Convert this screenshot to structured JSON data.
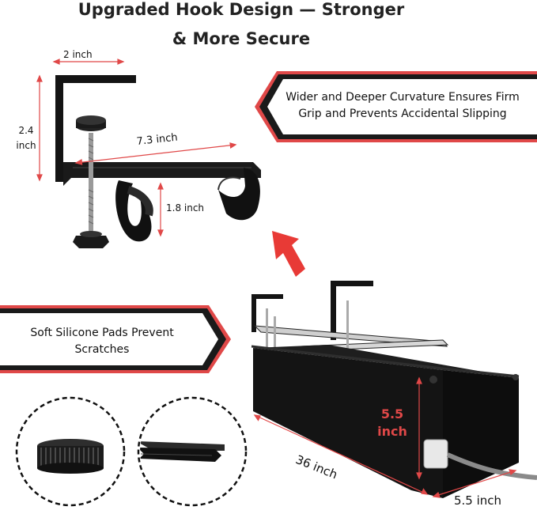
{
  "title": {
    "line1": "Upgraded Hook Design — Stronger",
    "line2": "& More Secure"
  },
  "callouts": {
    "curvature": "Wider and Deeper Curvature Ensures Firm Grip and Prevents Accidental Slipping",
    "pads": "Soft Silicone Pads Prevent Scratches"
  },
  "hook_dimensions": {
    "width": "2 inch",
    "height": "2.4 inch",
    "length": "7.3 inch",
    "depth": "1.8 inch"
  },
  "tray_dimensions": {
    "height": "5.5 inch",
    "length": "36 inch",
    "width": "5.5 inch"
  },
  "colors": {
    "accent_red": "#e04848",
    "arrow_red": "#e83a36",
    "product_black": "#141414"
  }
}
